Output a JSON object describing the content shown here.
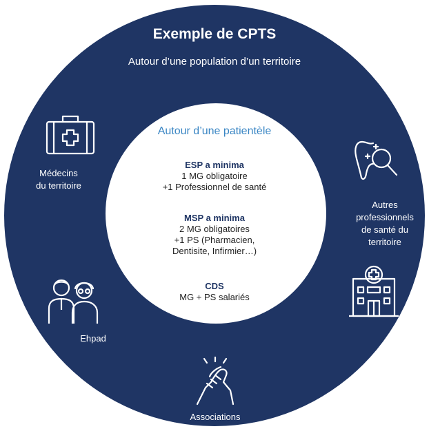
{
  "title": "Exemple de CPTS",
  "subtitle": "Autour d’une population d’un territoire",
  "inner": {
    "title": "Autour d’une patientèle",
    "blocks": [
      {
        "heading": "ESP a minima",
        "lines": [
          "1 MG obligatoire",
          "+1 Professionnel de santé"
        ]
      },
      {
        "heading": "MSP a minima",
        "lines": [
          "2 MG obligatoires",
          "+1 PS (Pharmacien,",
          "Dentisite, Infirmier…)"
        ]
      },
      {
        "heading": "CDS",
        "lines": [
          "MG + PS salariés"
        ]
      }
    ]
  },
  "outer": {
    "medecins": {
      "line1": "Médecins",
      "line2": "du territoire",
      "icon": "medical-bag-icon"
    },
    "autres": {
      "line1": "Autres",
      "line2": "professionnels",
      "line3": "de santé du",
      "line4": "territoire",
      "icon": "dentist-icon"
    },
    "hospital": {
      "icon": "hospital-icon"
    },
    "ehpad": {
      "label": "Ehpad",
      "icon": "elderly-couple-icon"
    },
    "associations": {
      "label": "Associations",
      "icon": "handshake-icon"
    }
  },
  "colors": {
    "ring": "#1f3564",
    "inner_title": "#3a86c4",
    "heading": "#1f3564"
  }
}
